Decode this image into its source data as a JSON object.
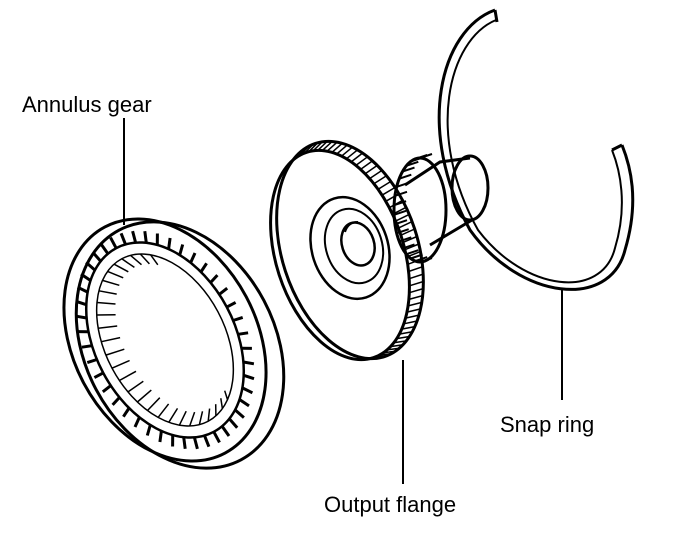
{
  "diagram": {
    "labels": {
      "annulus_gear": "Annulus gear",
      "output_flange": "Output flange",
      "snap_ring": "Snap ring"
    },
    "colors": {
      "ink": "#000000",
      "background": "#ffffff"
    }
  }
}
